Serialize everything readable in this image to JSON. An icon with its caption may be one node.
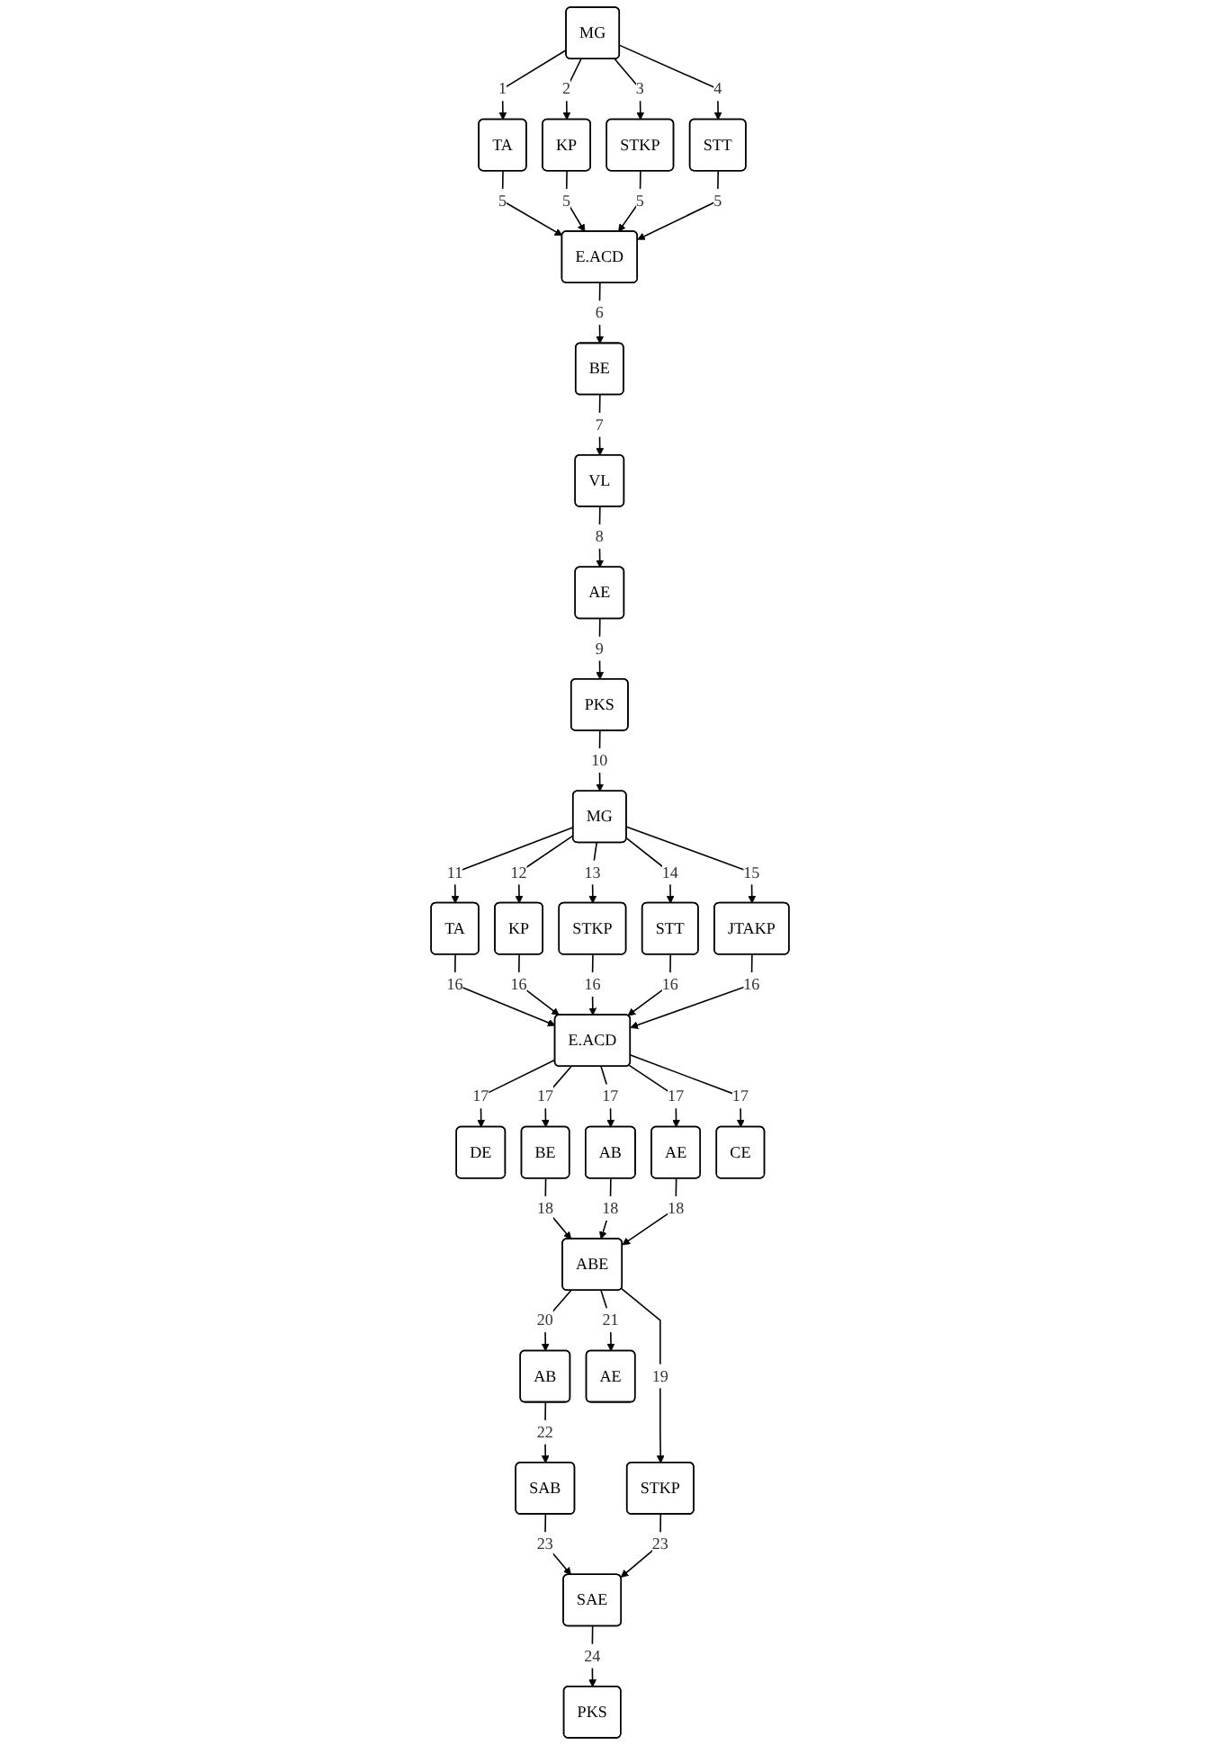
{
  "diagram": {
    "nodes": [
      {
        "text": [
          "MG"
        ]
      },
      {
        "text": [
          "TA"
        ]
      },
      {
        "text": [
          "KP"
        ]
      },
      {
        "text": [
          "STKP"
        ]
      },
      {
        "text": [
          "STT"
        ]
      },
      {
        "text": [
          "E.ACD"
        ]
      },
      {
        "text": [
          "BE"
        ]
      },
      {
        "text": [
          "VL"
        ]
      },
      {
        "text": [
          "AE"
        ]
      },
      {
        "text": [
          "PKS"
        ]
      },
      {
        "text": [
          "MG"
        ]
      },
      {
        "text": [
          "TA"
        ]
      },
      {
        "text": [
          "KP"
        ]
      },
      {
        "text": [
          "STKP"
        ]
      },
      {
        "text": [
          "STT"
        ]
      },
      {
        "text": [
          "JTAKP"
        ]
      },
      {
        "text": [
          "E.ACD"
        ]
      },
      {
        "text": [
          "DE"
        ]
      },
      {
        "text": [
          "BE"
        ]
      },
      {
        "text": [
          "AB"
        ]
      },
      {
        "text": [
          "AE"
        ]
      },
      {
        "text": [
          "CE"
        ]
      },
      {
        "text": [
          "ABE"
        ]
      },
      {
        "text": [
          "AB"
        ]
      },
      {
        "text": [
          "SAB"
        ]
      },
      {
        "text": [
          "AE"
        ]
      },
      {
        "text": [
          "STKP"
        ]
      },
      {
        "text": [
          "SAE"
        ]
      },
      {
        "text": [
          "PKS"
        ]
      }
    ],
    "edges": [
      {
        "from": 0,
        "to": 1,
        "arrow": "to",
        "label": "1"
      },
      {
        "from": 0,
        "to": 2,
        "arrow": "to",
        "label": "2"
      },
      {
        "from": 0,
        "to": 3,
        "arrow": "to",
        "label": "3"
      },
      {
        "from": 0,
        "to": 4,
        "arrow": "to",
        "label": "4"
      },
      {
        "from": 1,
        "to": 5,
        "arrow": "to",
        "label": "5"
      },
      {
        "from": 2,
        "to": 5,
        "arrow": "to",
        "label": "5"
      },
      {
        "from": 3,
        "to": 5,
        "arrow": "to",
        "label": "5"
      },
      {
        "from": 4,
        "to": 5,
        "arrow": "to",
        "label": "5"
      },
      {
        "from": 5,
        "to": 6,
        "arrow": "to",
        "label": "6"
      },
      {
        "from": 6,
        "to": 7,
        "arrow": "to",
        "label": "7"
      },
      {
        "from": 7,
        "to": 8,
        "arrow": "to",
        "label": "8"
      },
      {
        "from": 8,
        "to": 9,
        "arrow": "to",
        "label": "9"
      },
      {
        "from": 9,
        "to": 10,
        "arrow": "to",
        "label": "10"
      },
      {
        "from": 10,
        "to": 11,
        "arrow": "to",
        "label": "11"
      },
      {
        "from": 10,
        "to": 12,
        "arrow": "to",
        "label": "12"
      },
      {
        "from": 10,
        "to": 13,
        "arrow": "to",
        "label": "13"
      },
      {
        "from": 10,
        "to": 14,
        "arrow": "to",
        "label": "14"
      },
      {
        "from": 10,
        "to": 15,
        "arrow": "to",
        "label": "15"
      },
      {
        "from": 11,
        "to": 16,
        "arrow": "to",
        "label": "16"
      },
      {
        "from": 12,
        "to": 16,
        "arrow": "to",
        "label": "16"
      },
      {
        "from": 13,
        "to": 16,
        "arrow": "to",
        "label": "16"
      },
      {
        "from": 14,
        "to": 16,
        "arrow": "to",
        "label": "16"
      },
      {
        "from": 15,
        "to": 16,
        "arrow": "to",
        "label": "16"
      },
      {
        "from": 16,
        "to": 17,
        "arrow": "to",
        "label": "17"
      },
      {
        "from": 16,
        "to": 18,
        "arrow": "to",
        "label": "17"
      },
      {
        "from": 16,
        "to": 19,
        "arrow": "to",
        "label": "17"
      },
      {
        "from": 16,
        "to": 20,
        "arrow": "to",
        "label": "17"
      },
      {
        "from": 16,
        "to": 21,
        "arrow": "to",
        "label": "17"
      },
      {
        "from": 18,
        "to": 22,
        "arrow": "to",
        "label": "18"
      },
      {
        "from": 19,
        "to": 22,
        "arrow": "to",
        "label": "18"
      },
      {
        "from": 20,
        "to": 22,
        "arrow": "to",
        "label": "18"
      },
      {
        "from": 22,
        "to": 23,
        "arrow": "to",
        "label": "20"
      },
      {
        "from": 22,
        "to": 25,
        "arrow": "to",
        "label": "21"
      },
      {
        "from": 22,
        "to": 26,
        "arrow": "to",
        "label": "19"
      },
      {
        "from": 23,
        "to": 24,
        "arrow": "to",
        "label": "22"
      },
      {
        "from": 24,
        "to": 27,
        "arrow": "to",
        "label": "23"
      },
      {
        "from": 26,
        "to": 27,
        "arrow": "to",
        "label": "23"
      },
      {
        "from": 27,
        "to": 28,
        "arrow": "to",
        "label": "24"
      }
    ]
  }
}
